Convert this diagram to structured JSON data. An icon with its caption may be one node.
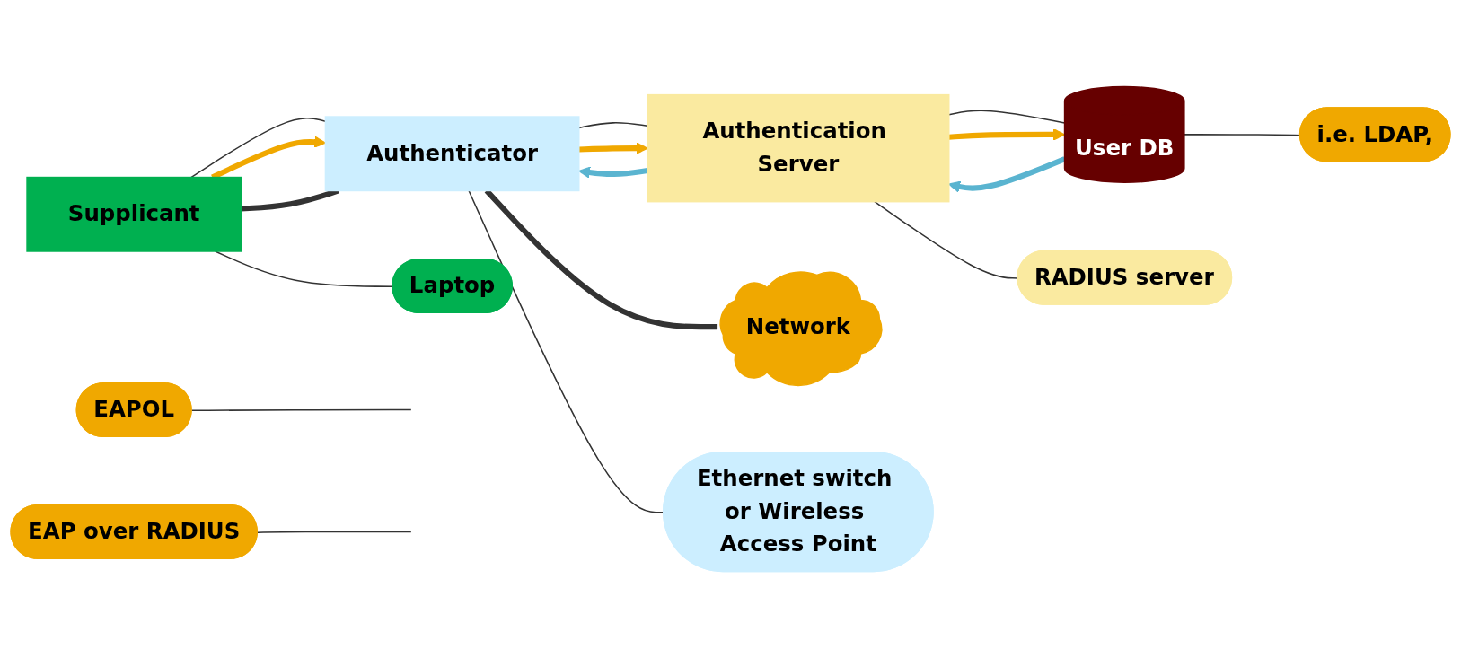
{
  "diagram": {
    "nodes": [
      {
        "text": [
          "Laptop"
        ]
      },
      {
        "text": [
          "EAPOL"
        ]
      },
      {
        "text": [
          "Ethernet switch or Wireless Access Point"
        ]
      },
      {
        "text": [
          "EAP over RADIUS"
        ]
      },
      {
        "text": [
          "RADIUS server"
        ]
      },
      {
        "text": [
          "i.e. LDAP,"
        ]
      },
      {
        "text": [
          "Supplicant"
        ]
      },
      {
        "text": [
          "Authenticator"
        ]
      },
      {
        "text": [
          "Authentication Server"
        ]
      },
      {
        "text": [
          "User DB"
        ]
      },
      {
        "text": [
          "Network"
        ]
      }
    ],
    "edges": [
      {
        "from": 0,
        "to": 6,
        "arrow": "none"
      },
      {
        "from": 1,
        "to": null,
        "arrow": "none"
      },
      {
        "from": 2,
        "to": 7,
        "arrow": "none"
      },
      {
        "from": 3,
        "to": null,
        "arrow": "none"
      },
      {
        "from": 4,
        "to": 8,
        "arrow": "none"
      },
      {
        "from": 5,
        "to": 9,
        "arrow": "none"
      },
      {
        "from": 6,
        "to": 7,
        "arrow": "none"
      },
      {
        "from": 7,
        "to": 8,
        "arrow": "none"
      },
      {
        "from": 8,
        "to": 9,
        "arrow": "none"
      },
      {
        "from": 6,
        "to": 7,
        "arrow": "to",
        "style": "thick",
        "color": "#f0a800"
      },
      {
        "from": 7,
        "to": 8,
        "arrow": "to",
        "style": "thick",
        "color": "#f0a800"
      },
      {
        "from": 8,
        "to": 9,
        "arrow": "to",
        "style": "thick",
        "color": "#f0a800"
      },
      {
        "from": 8,
        "to": 7,
        "arrow": "to",
        "style": "thick",
        "color": "#5ab4d0"
      },
      {
        "from": 9,
        "to": 8,
        "arrow": "to",
        "style": "thick",
        "color": "#5ab4d0"
      },
      {
        "from": 6,
        "to": 7,
        "arrow": "none",
        "style": "thick"
      },
      {
        "from": 7,
        "to": 10,
        "arrow": "none",
        "style": "thick"
      }
    ]
  }
}
